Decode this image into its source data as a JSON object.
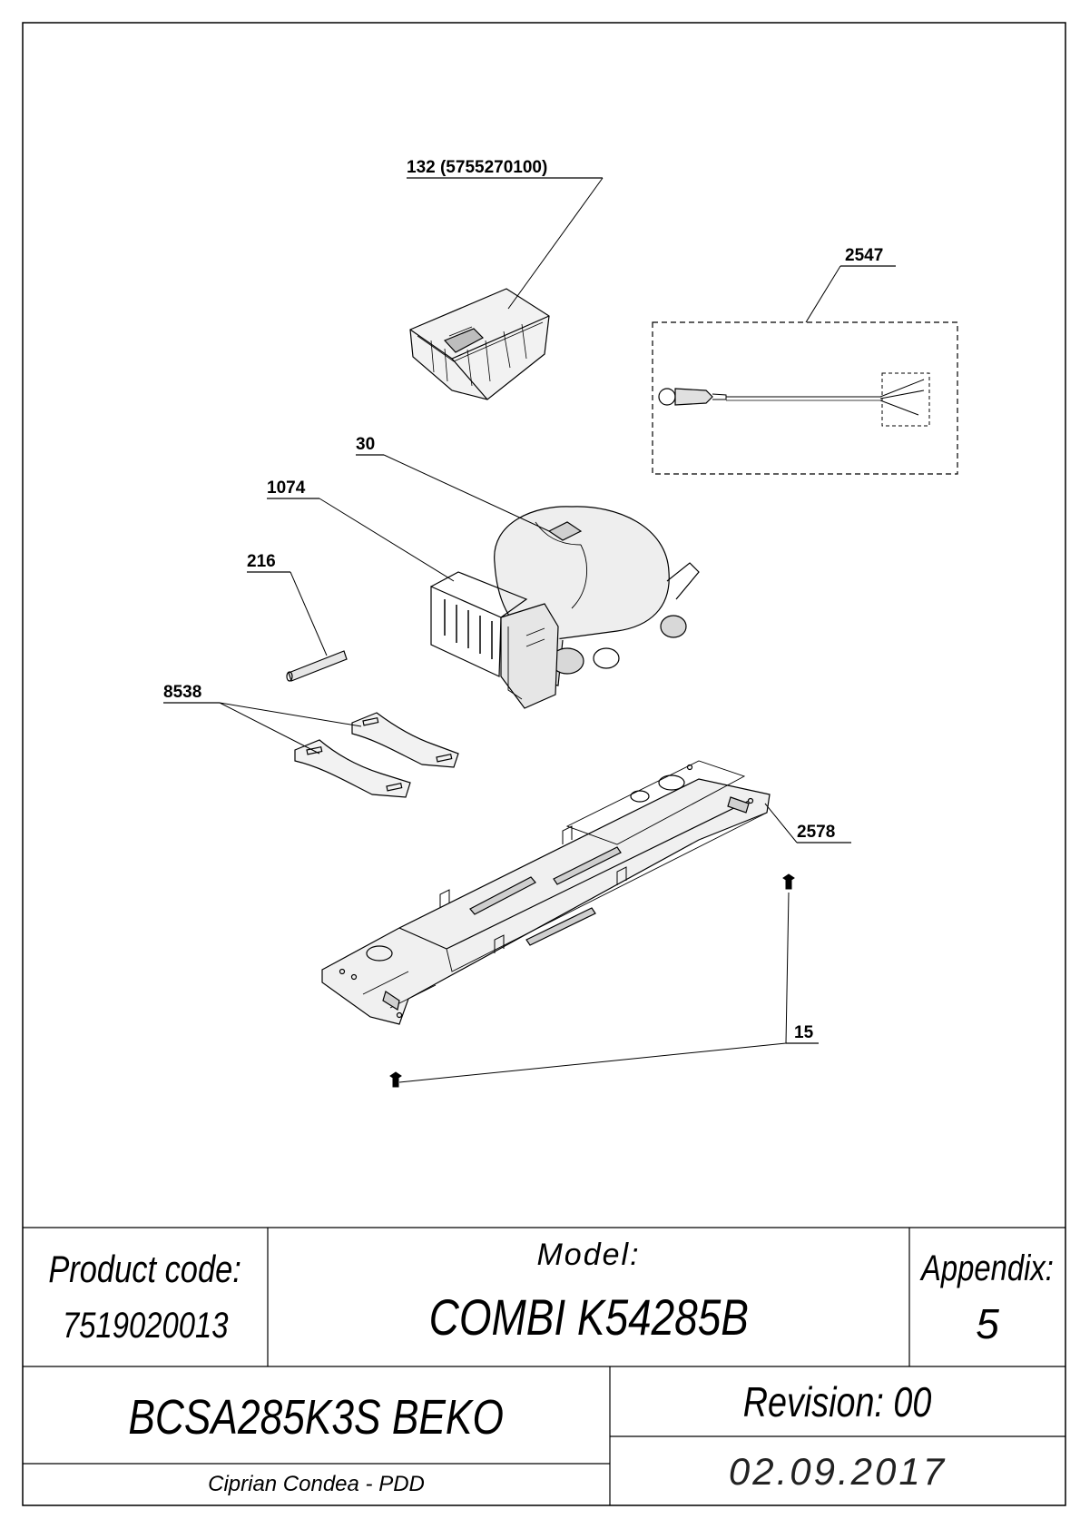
{
  "callouts": {
    "c132": "132 (5755270100)",
    "c2547": "2547",
    "c30": "30",
    "c1074": "1074",
    "c216": "216",
    "c8538": "8538",
    "c2578": "2578",
    "c15": "15"
  },
  "title_block": {
    "product_code_label": "Product code:",
    "product_code": "7519020013",
    "model_label": "Model:",
    "model": "COMBI K54285B",
    "appendix_label": "Appendix:",
    "appendix": "5",
    "product_name": "BCSA285K3S BEKO",
    "author": "Ciprian Condea - PDD",
    "revision": "Revision: 00",
    "date": "02.09.2017"
  }
}
